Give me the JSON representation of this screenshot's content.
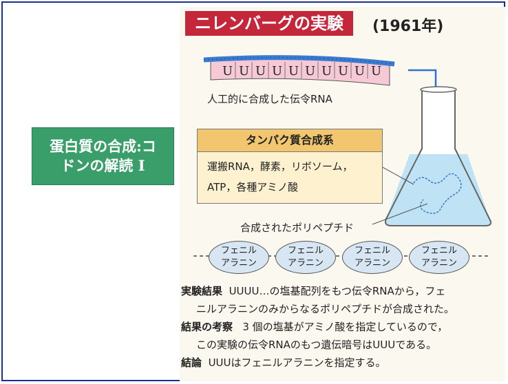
{
  "label": {
    "line1": "蛋白質の合成:コ",
    "line2": "ドンの解読 I"
  },
  "figure": {
    "title": "ニレンバーグの実験",
    "year": "(1961年)",
    "rna_codons": [
      "U",
      "U",
      "U",
      "U",
      "U",
      "U",
      "U",
      "U",
      "U",
      "U"
    ],
    "rna_caption": "人工的に合成した伝令RNA",
    "synthesis_box": {
      "title": "タンパク質合成系",
      "line1": "運搬RNA，酵素，リボソーム，",
      "line2": "ATP，各種アミノ酸"
    },
    "polypeptide_caption": "合成されたポリペプチド",
    "amino_acids": [
      {
        "top": "フェニル",
        "bottom": "アラニン"
      },
      {
        "top": "フェニル",
        "bottom": "アラニン"
      },
      {
        "top": "フェニル",
        "bottom": "アラニン"
      },
      {
        "top": "フェニル",
        "bottom": "アラニン"
      }
    ]
  },
  "results": {
    "experiment_key": "実験結果",
    "experiment_text1": "UUUU…の塩基配列をもつ伝令RNAから，フェ",
    "experiment_text2": "ニルアラニンのみからなるポリペプチドが合成された。",
    "consideration_key": "結果の考察",
    "consideration_text1": "3 個の塩基がアミノ酸を指定しているので，",
    "consideration_text2": "この実験の伝令RNAのもつ遺伝暗号はUUUである。",
    "conclusion_key": "結論",
    "conclusion_text": "UUUはフェニルアラニンを指定する。"
  },
  "colors": {
    "label_bg": "#3a9e6a",
    "title_bg": "#c4263a",
    "rna_strip": "#f6c9d6",
    "rna_backbone": "#3a7ad0",
    "box_head": "#f2c66e",
    "box_body": "#fdf1cf",
    "flask_liquid": "#bfe3f5",
    "amino_fill": "#d8e6f3"
  }
}
